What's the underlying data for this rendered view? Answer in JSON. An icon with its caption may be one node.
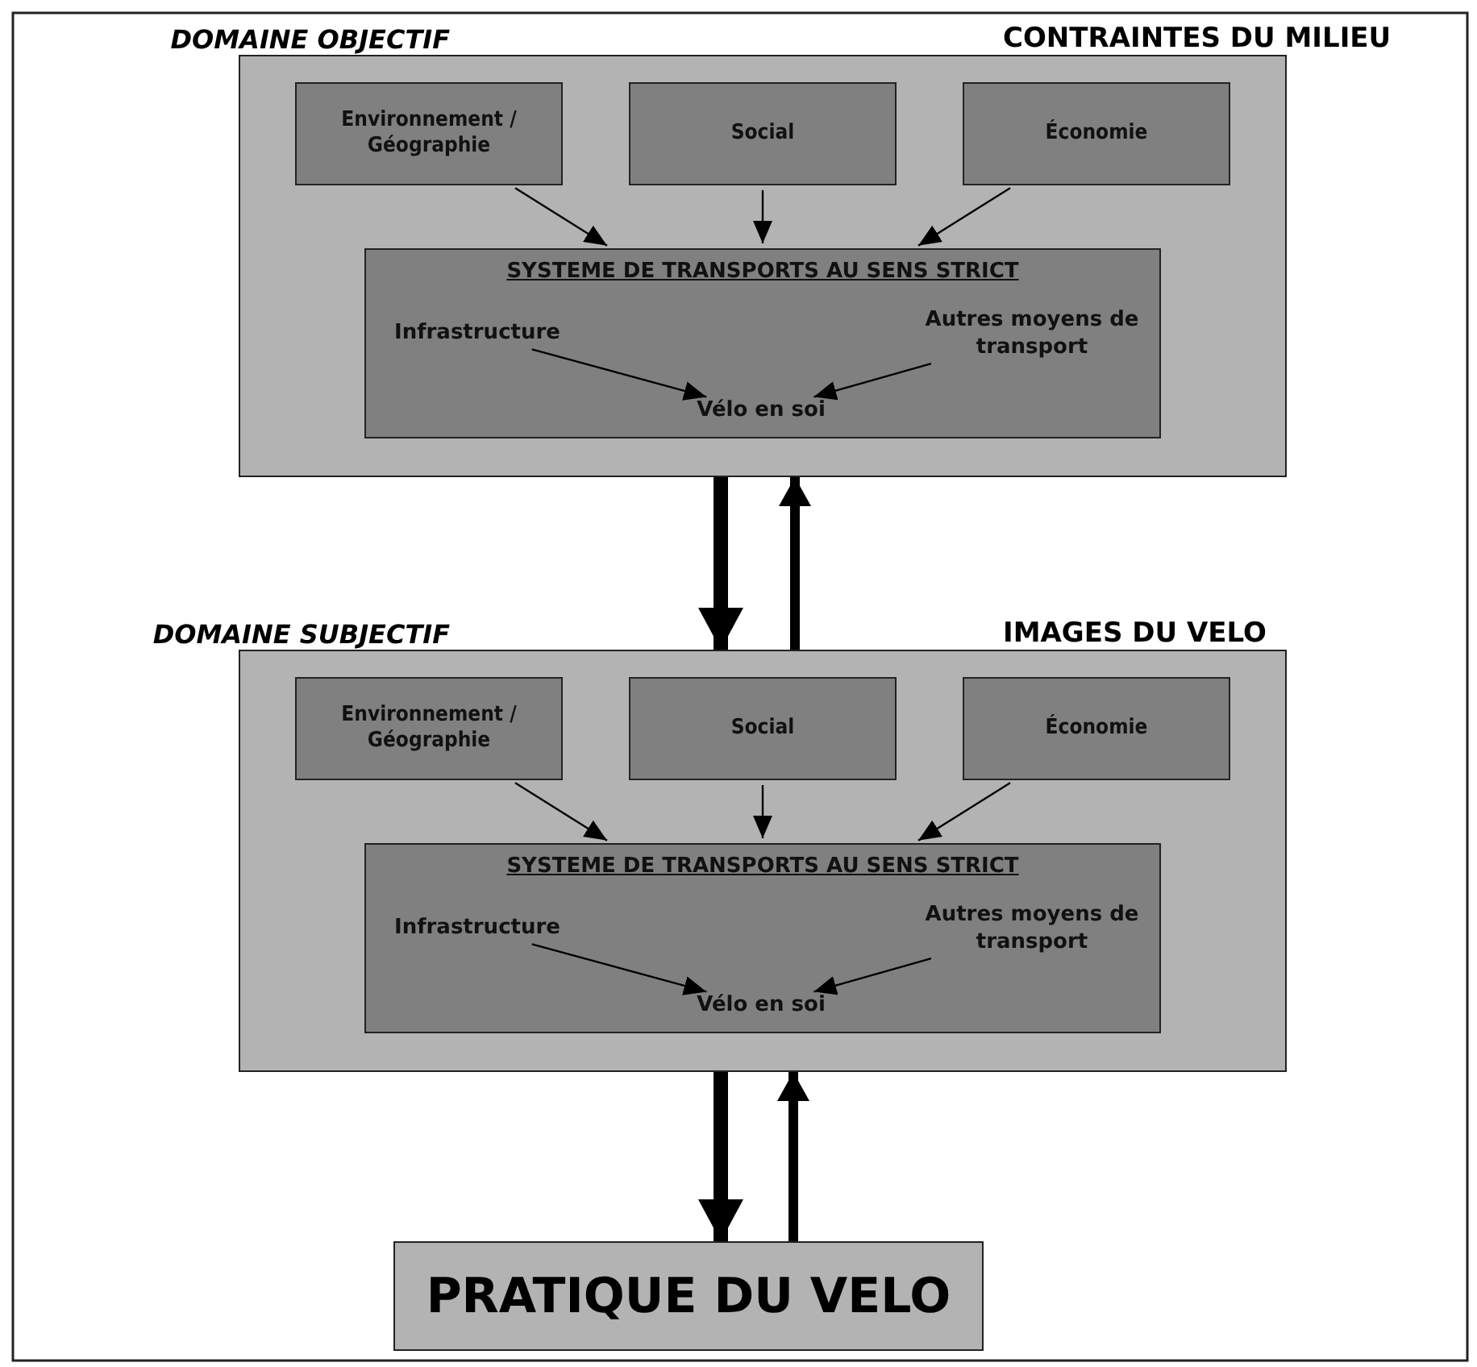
{
  "diagram": {
    "nodes": [
      {
        "text": [
          "DOMAINE OBJECTIF",
          "CONTRAINTES DU MILIEU"
        ]
      },
      {
        "text": [
          "Environnement / Géographie"
        ],
        "in": 0
      },
      {
        "text": [
          "Social"
        ],
        "in": 0
      },
      {
        "text": [
          "Économie"
        ],
        "in": 0
      },
      {
        "text": [
          "SYSTEME DE TRANSPORTS AU SENS STRICT"
        ],
        "in": 0
      },
      {
        "text": [
          "Infrastructure"
        ],
        "in": 4
      },
      {
        "text": [
          "Autres moyens de transport"
        ],
        "in": 4
      },
      {
        "text": [
          "Vélo en soi"
        ],
        "in": 4
      },
      {
        "text": [
          "DOMAINE SUBJECTIF",
          "IMAGES DU VELO"
        ]
      },
      {
        "text": [
          "Environnement / Géographie"
        ],
        "in": 8
      },
      {
        "text": [
          "Social"
        ],
        "in": 8
      },
      {
        "text": [
          "Économie"
        ],
        "in": 8
      },
      {
        "text": [
          "SYSTEME DE TRANSPORTS AU SENS STRICT"
        ],
        "in": 8
      },
      {
        "text": [
          "Infrastructure"
        ],
        "in": 12
      },
      {
        "text": [
          "Autres moyens de transport"
        ],
        "in": 12
      },
      {
        "text": [
          "Vélo en soi"
        ],
        "in": 12
      },
      {
        "text": [
          "PRATIQUE DU VELO"
        ]
      }
    ],
    "edges": [
      {
        "from": 1,
        "to": 4,
        "arrow": "to"
      },
      {
        "from": 2,
        "to": 4,
        "arrow": "to"
      },
      {
        "from": 3,
        "to": 4,
        "arrow": "to"
      },
      {
        "from": 5,
        "to": 7,
        "arrow": "to"
      },
      {
        "from": 6,
        "to": 7,
        "arrow": "to"
      },
      {
        "from": 0,
        "to": 8,
        "arrow": "to",
        "style": "thick"
      },
      {
        "from": 8,
        "to": 0,
        "arrow": "to",
        "style": "thick"
      },
      {
        "from": 9,
        "to": 12,
        "arrow": "to"
      },
      {
        "from": 10,
        "to": 12,
        "arrow": "to"
      },
      {
        "from": 11,
        "to": 12,
        "arrow": "to"
      },
      {
        "from": 13,
        "to": 15,
        "arrow": "to"
      },
      {
        "from": 14,
        "to": 15,
        "arrow": "to"
      },
      {
        "from": 8,
        "to": 16,
        "arrow": "to",
        "style": "thick"
      },
      {
        "from": 16,
        "to": 8,
        "arrow": "to",
        "style": "thick"
      }
    ]
  }
}
